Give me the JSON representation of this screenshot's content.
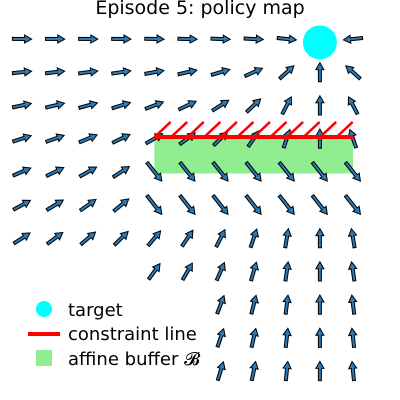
{
  "chart_data": {
    "type": "quiver",
    "title": "Episode 5: policy map",
    "xlabel": "",
    "ylabel": "",
    "xlim": [
      0,
      10
    ],
    "ylim": [
      0,
      11
    ],
    "grid": false,
    "arrow_grid": {
      "x": [
        0,
        1,
        2,
        3,
        4,
        5,
        6,
        7,
        8,
        9,
        10
      ],
      "y": [
        0,
        1,
        2,
        3,
        4,
        5,
        6,
        7,
        8,
        9,
        10
      ]
    },
    "target": {
      "x": 9,
      "y": 9.9
    },
    "constraint_line": {
      "x_start": 4,
      "x_end": 10,
      "y": 7.05
    },
    "affine_buffer": {
      "x_start": 4,
      "x_end": 10,
      "y_start": 5.95,
      "y_end": 7.05
    },
    "legend": {
      "position": "lower-left",
      "items": [
        {
          "label": "target",
          "kind": "marker",
          "color": "#00ffff"
        },
        {
          "label": "constraint line",
          "kind": "line",
          "color": "#ff0000"
        },
        {
          "label": "affine buffer 𝓑",
          "kind": "patch",
          "color": "#90ee90"
        }
      ]
    },
    "colors": {
      "arrow_fill": "#2b7bb9",
      "arrow_edge": "#000000",
      "target": "#00ffff",
      "line": "#ff0000",
      "buffer": "#90ee90"
    }
  }
}
